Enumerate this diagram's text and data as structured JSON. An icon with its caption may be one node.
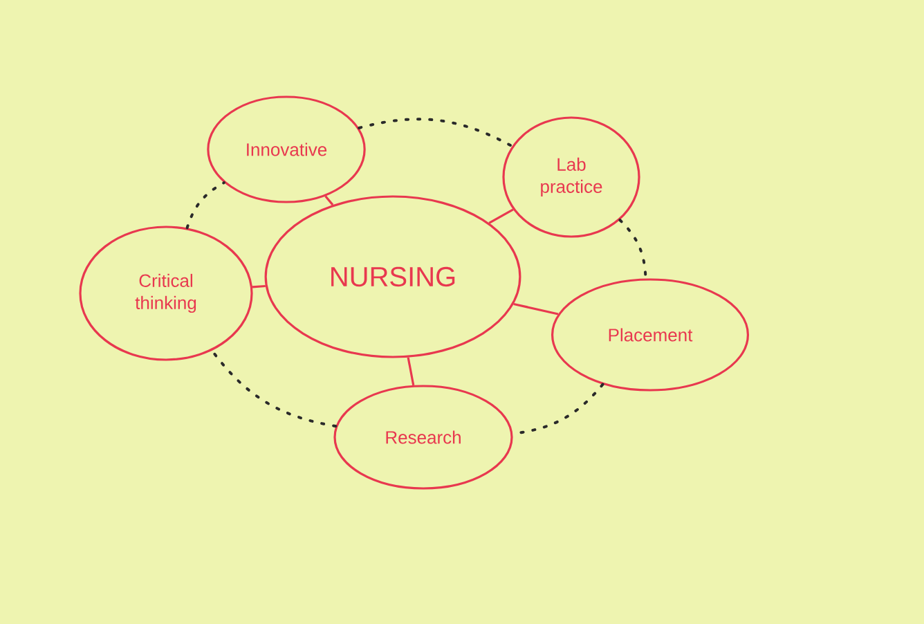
{
  "diagram": {
    "nodes": [
      {
        "text": [
          "Innovative"
        ]
      },
      {
        "text": [
          "Lab practice"
        ]
      },
      {
        "text": [
          "Critical thinking"
        ]
      },
      {
        "text": [
          "NURSING"
        ]
      },
      {
        "text": [
          "Placement"
        ]
      },
      {
        "text": [
          "Research"
        ]
      }
    ],
    "edges": [
      {
        "from": 3,
        "to": 0,
        "arrow": "none"
      },
      {
        "from": 3,
        "to": 1,
        "arrow": "none"
      },
      {
        "from": 3,
        "to": 2,
        "arrow": "none"
      },
      {
        "from": 3,
        "to": 4,
        "arrow": "none"
      },
      {
        "from": 3,
        "to": 5,
        "arrow": "none"
      },
      {
        "from": 0,
        "to": 1,
        "arrow": "none",
        "style": "dashed",
        "color": "#2a2a2a"
      },
      {
        "from": 1,
        "to": 4,
        "arrow": "none",
        "style": "dashed",
        "color": "#2a2a2a"
      },
      {
        "from": 4,
        "to": 5,
        "arrow": "none",
        "style": "dashed",
        "color": "#2a2a2a"
      },
      {
        "from": 5,
        "to": 2,
        "arrow": "none",
        "style": "dashed",
        "color": "#2a2a2a"
      },
      {
        "from": 2,
        "to": 0,
        "arrow": "none",
        "style": "dashed",
        "color": "#2a2a2a"
      }
    ]
  }
}
